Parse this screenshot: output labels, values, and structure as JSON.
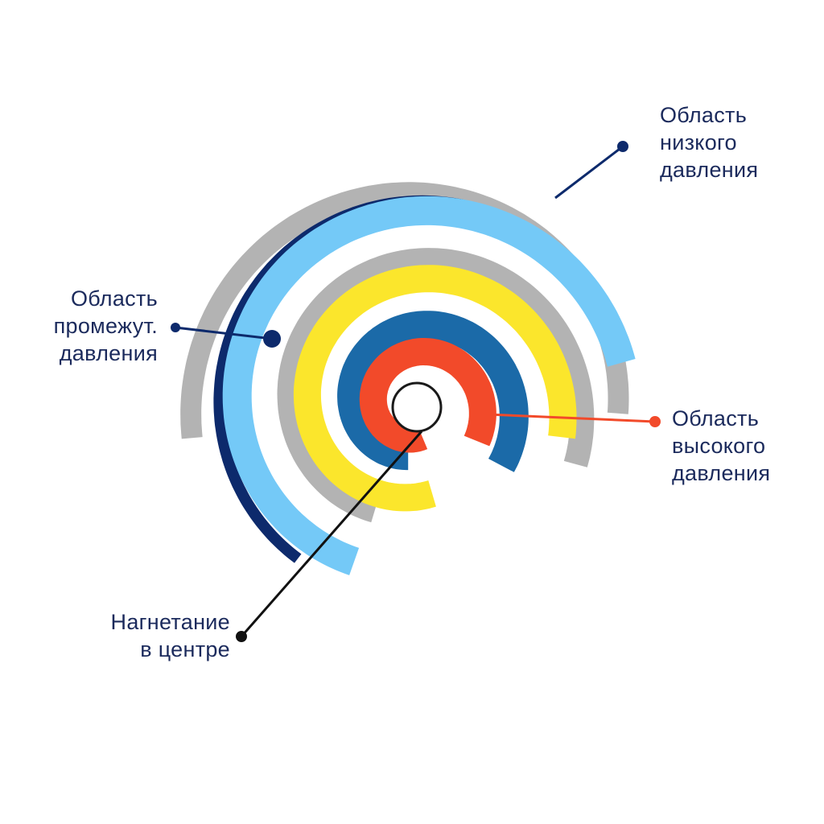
{
  "diagram": {
    "labels": {
      "low": {
        "lines": [
          "Область",
          "низкого",
          "давления"
        ]
      },
      "mid": {
        "lines": [
          "Область",
          "промежут.",
          "давления"
        ]
      },
      "high": {
        "lines": [
          "Область",
          "высокого",
          "давления"
        ]
      },
      "center": {
        "lines": [
          "Нагнетание",
          "в центре"
        ]
      }
    },
    "colors": {
      "outer_band": "#0d2a6c",
      "low_band": "#74c9f7",
      "mid_band": "#b3b3b3",
      "yellow_band": "#fbe62c",
      "blue_band": "#1b6aa8",
      "high_band": "#f24a2a",
      "leader_low": "#0d2a6c",
      "leader_mid": "#0d2a6c",
      "leader_high": "#f24a2a",
      "leader_center": "#111111"
    }
  }
}
